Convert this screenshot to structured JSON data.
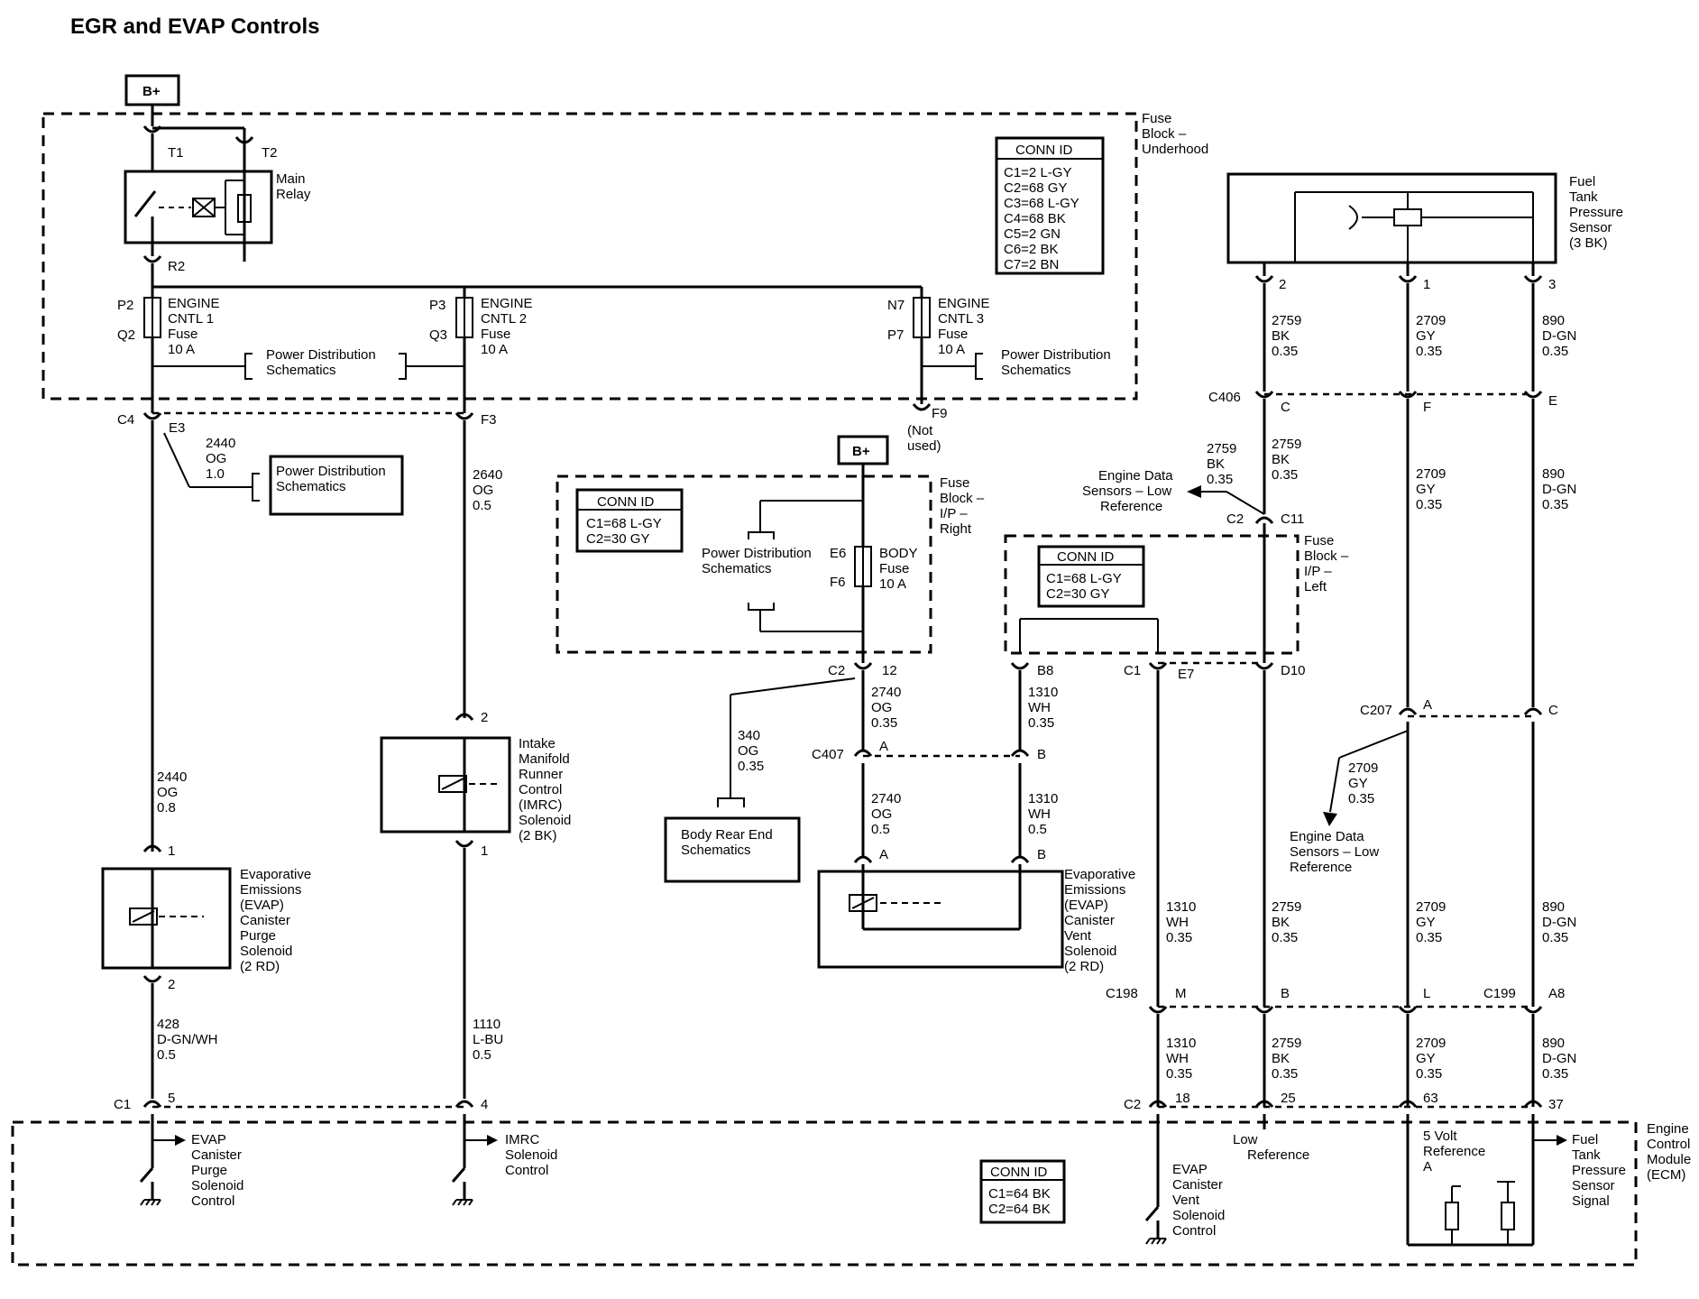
{
  "title": "EGR and EVAP Controls",
  "battery": "B+",
  "fuse_block_underhood": {
    "label": [
      "Fuse",
      "Block –",
      "Underhood"
    ],
    "conn_id": {
      "header": "CONN ID",
      "lines": [
        "C1=2 L-GY",
        "C2=68 GY",
        "C3=68 L-GY",
        "C4=68 BK",
        "C5=2 GN",
        "C6=2 BK",
        "C7=2 BN"
      ]
    },
    "relay": {
      "t1": "T1",
      "t2": "T2",
      "r2": "R2",
      "label": [
        "Main",
        "Relay"
      ]
    },
    "fuse1": {
      "top": "P2",
      "bottom": "Q2",
      "label": [
        "ENGINE",
        "CNTL 1",
        "Fuse",
        "10 A"
      ]
    },
    "fuse2": {
      "top": "P3",
      "bottom": "Q3",
      "label": [
        "ENGINE",
        "CNTL 2",
        "Fuse",
        "10 A"
      ]
    },
    "fuse3": {
      "top": "N7",
      "bottom": "P7",
      "label": [
        "ENGINE",
        "CNTL 3",
        "Fuse",
        "10 A"
      ]
    },
    "pds1": [
      "Power Distribution",
      "Schematics"
    ],
    "pds2": [
      "Power Distribution",
      "Schematics"
    ]
  },
  "left_section": {
    "c4": "C4",
    "e3": "E3",
    "f3": "F3",
    "f9": "F9",
    "not_used": [
      "(Not",
      "used)"
    ],
    "wire_2440_top": [
      "2440",
      "OG",
      "1.0"
    ],
    "pds_box": [
      "Power Distribution",
      "Schematics"
    ],
    "wire_2640": [
      "2640",
      "OG",
      "0.5"
    ],
    "wire_2440_mid": [
      "2440",
      "OG",
      "0.8"
    ],
    "imrc_pin_top": "2",
    "imrc_pin_bottom": "1",
    "imrc_label": [
      "Intake",
      "Manifold",
      "Runner",
      "Control",
      "(IMRC)",
      "Solenoid",
      "(2 BK)"
    ],
    "purge_pin_top": "1",
    "purge_pin_bottom": "2",
    "purge_label": [
      "Evaporative",
      "Emissions",
      "(EVAP)",
      "Canister",
      "Purge",
      "Solenoid",
      "(2 RD)"
    ],
    "wire_428": [
      "428",
      "D-GN/WH",
      "0.5"
    ],
    "wire_1110": [
      "1110",
      "L-BU",
      "0.5"
    ],
    "c1": "C1",
    "pin5": "5",
    "pin4": "4"
  },
  "ip_right": {
    "battery": "B+",
    "label": [
      "Fuse",
      "Block –",
      "I/P –",
      "Right"
    ],
    "conn_id": {
      "header": "CONN ID",
      "lines": [
        "C1=68 L-GY",
        "C2=30 GY"
      ]
    },
    "pds": [
      "Power Distribution",
      "Schematics"
    ],
    "fuse": {
      "top": "E6",
      "bottom": "F6",
      "label": [
        "BODY",
        "Fuse",
        "10 A"
      ]
    },
    "c2": "C2",
    "pin12": "12",
    "wire_340": [
      "340",
      "OG",
      "0.35"
    ],
    "body_rear": [
      "Body Rear End",
      "Schematics"
    ],
    "wire_2740_a": [
      "2740",
      "OG",
      "0.35"
    ],
    "c407": "C407",
    "c407_a": "A",
    "c407_b": "B",
    "wire_2740_b": [
      "2740",
      "OG",
      "0.5"
    ],
    "vent_a": "A",
    "vent_b": "B",
    "vent_label": [
      "Evaporative",
      "Emissions",
      "(EVAP)",
      "Canister",
      "Vent",
      "Solenoid",
      "(2 RD)"
    ]
  },
  "ip_left": {
    "label": [
      "Fuse",
      "Block –",
      "I/P –",
      "Left"
    ],
    "conn_id": {
      "header": "CONN ID",
      "lines": [
        "C1=68 L-GY",
        "C2=30 GY"
      ]
    },
    "b8": "B8",
    "c1": "C1",
    "e7": "E7",
    "d10": "D10",
    "wire_1310_a": [
      "1310",
      "WH",
      "0.35"
    ],
    "wire_1310_b": [
      "1310",
      "WH",
      "0.5"
    ],
    "wire_1310_c": [
      "1310",
      "WH",
      "0.35"
    ],
    "wire_1310_d": [
      "1310",
      "WH",
      "0.35"
    ]
  },
  "sensor_section": {
    "sensor_label": [
      "Fuel",
      "Tank",
      "Pressure",
      "Sensor",
      "(3 BK)"
    ],
    "pin2": "2",
    "pin1": "1",
    "pin3": "3",
    "wire_2759_a": [
      "2759",
      "BK",
      "0.35"
    ],
    "wire_2709_a": [
      "2709",
      "GY",
      "0.35"
    ],
    "wire_890_a": [
      "890",
      "D-GN",
      "0.35"
    ],
    "c406": "C406",
    "c406_c": "C",
    "c406_f": "F",
    "c406_e": "E",
    "wire_2759_side": [
      "2759",
      "BK",
      "0.35"
    ],
    "wire_2759_b": [
      "2759",
      "BK",
      "0.35"
    ],
    "wire_2709_b": [
      "2709",
      "GY",
      "0.35"
    ],
    "wire_890_b": [
      "890",
      "D-GN",
      "0.35"
    ],
    "eds_top": [
      "Engine Data",
      "Sensors – Low",
      "Reference"
    ],
    "c2": "C2",
    "c11": "C11",
    "c207": "C207",
    "c207_a": "A",
    "c207_c": "C",
    "wire_2709_side": [
      "2709",
      "GY",
      "0.35"
    ],
    "eds_bottom": [
      "Engine Data",
      "Sensors – Low",
      "Reference"
    ],
    "wire_2759_c": [
      "2759",
      "BK",
      "0.35"
    ],
    "wire_2709_c": [
      "2709",
      "GY",
      "0.35"
    ],
    "wire_890_c": [
      "890",
      "D-GN",
      "0.35"
    ],
    "c198": "C198",
    "c198_m": "M",
    "c198_b": "B",
    "c198_l": "L",
    "c199": "C199",
    "c199_a8": "A8",
    "wire_2759_d": [
      "2759",
      "BK",
      "0.35"
    ],
    "wire_2709_d": [
      "2709",
      "GY",
      "0.35"
    ],
    "wire_890_d": [
      "890",
      "D-GN",
      "0.35"
    ],
    "c2_ecm": "C2",
    "pin18": "18",
    "pin25": "25",
    "pin63": "63",
    "pin37": "37"
  },
  "ecm": {
    "label": [
      "Engine",
      "Control",
      "Module",
      "(ECM)"
    ],
    "conn_id": {
      "header": "CONN ID",
      "lines": [
        "C1=64 BK",
        "C2=64 BK"
      ]
    },
    "purge_ctrl": [
      "EVAP",
      "Canister",
      "Purge",
      "Solenoid",
      "Control"
    ],
    "imrc_ctrl": [
      "IMRC",
      "Solenoid",
      "Control"
    ],
    "vent_ctrl": [
      "EVAP",
      "Canister",
      "Vent",
      "Solenoid",
      "Control"
    ],
    "low_ref": [
      "Low",
      "Reference"
    ],
    "five_volt": [
      "5 Volt",
      "Reference",
      "A"
    ],
    "ftps_signal": [
      "Fuel",
      "Tank",
      "Pressure",
      "Sensor",
      "Signal"
    ]
  }
}
